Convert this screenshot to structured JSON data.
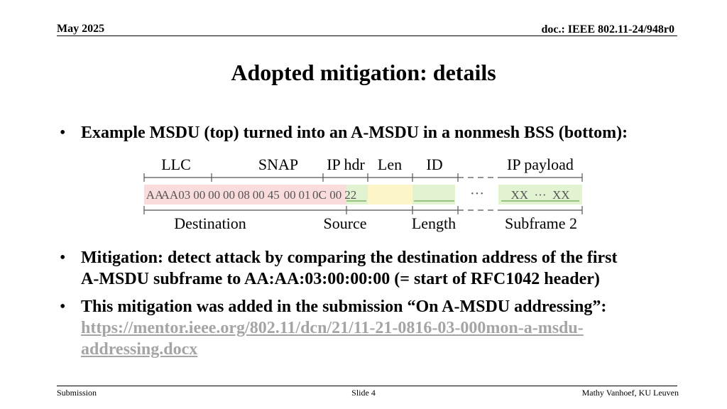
{
  "header": {
    "date": "May 2025",
    "doc": "doc.: IEEE 802.11-24/948r0"
  },
  "title": "Adopted mitigation: details",
  "bullets": [
    {
      "text": "Example MSDU (top) turned into an A-MSDU in a nonmesh BSS (bottom):"
    },
    {
      "line1": "Mitigation: detect attack by comparing the destination address of the first",
      "line2": "A-MSDU subframe to AA:AA:03:00:00:00 (= start of RFC1042 header)"
    },
    {
      "text": "This mitigation was added in the submission “On A-MSDU addressing”:",
      "link_line1": "https://mentor.ieee.org/802.11/dcn/21/11-21-0816-03-000mon-a-msdu-",
      "link_line2": "addressing.docx"
    }
  ],
  "diagram": {
    "top_labels": {
      "llc": "LLC",
      "snap": "SNAP",
      "ip_hdr": "IP hdr",
      "len": "Len",
      "id": "ID",
      "ip_payload": "IP payload"
    },
    "bytes": [
      "AA",
      "AA",
      "03",
      "00",
      "00",
      "00",
      "08",
      "00",
      "45",
      "00",
      "01",
      "0C",
      "00",
      "22"
    ],
    "ellipsis": "···",
    "payload": "XX  ···  XX",
    "bottom_labels": {
      "destination": "Destination",
      "source": "Source",
      "length": "Length",
      "subframe2": "Subframe 2"
    },
    "colors": {
      "destination": "#fbdcdc",
      "source": "#e2f3d2",
      "length": "#fbf5c8",
      "subframe2": "#e2f3d2"
    }
  },
  "footer": {
    "left": "Submission",
    "center": "Slide 4",
    "right": "Mathy Vanhoef, KU Leuven"
  }
}
